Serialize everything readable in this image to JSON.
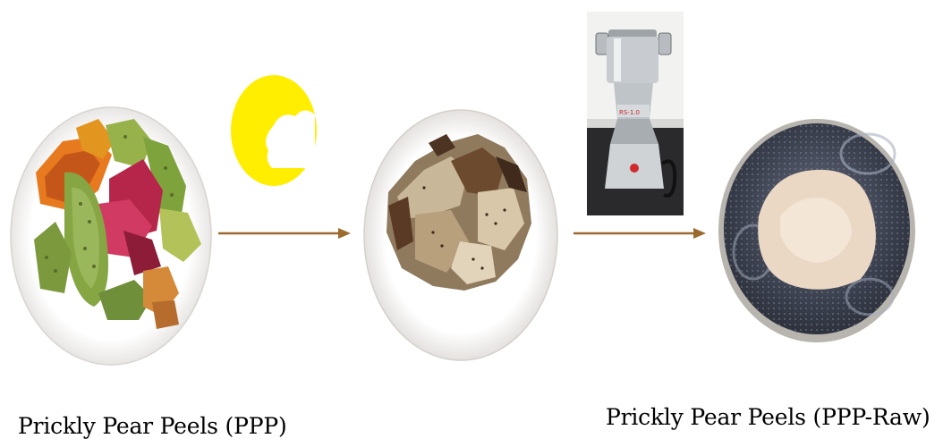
{
  "labels": {
    "raw_peels": "Prickly Pear Peels  (PPP)",
    "powder": "Prickly Pear Peels (PPP-Raw)"
  },
  "steps": [
    {
      "name": "fresh-peels",
      "icon": "fresh-prickly-pear-peels-photo"
    },
    {
      "name": "sun-drying",
      "icon": "sun-cloud-icon"
    },
    {
      "name": "dried-peels",
      "icon": "dried-peels-photo"
    },
    {
      "name": "grinding",
      "icon": "grinder-mill-photo"
    },
    {
      "name": "peel-powder",
      "icon": "powder-plate-photo"
    }
  ],
  "colors": {
    "arrow": "#9b6a2f",
    "sun": "#ffee00",
    "plate": "#ffffff",
    "dark_plate": "#3c4150",
    "powder": "#ead8c4"
  },
  "grinder_text": "RS-1.0"
}
